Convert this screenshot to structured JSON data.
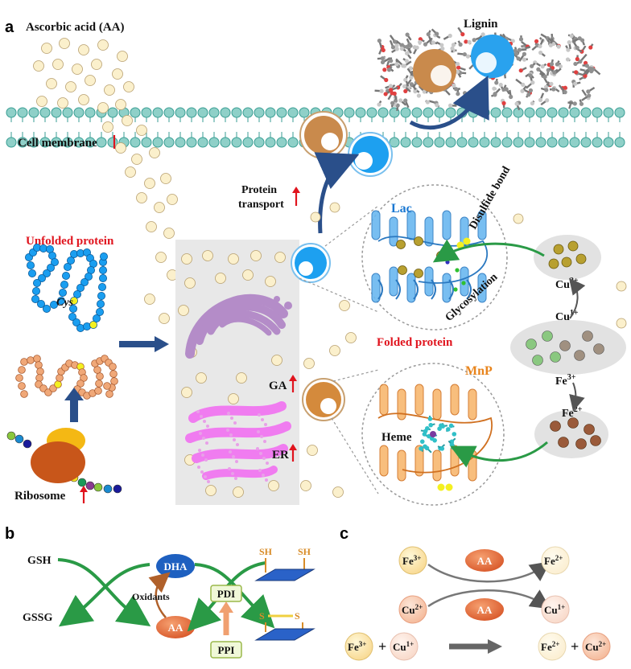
{
  "panels": {
    "a": "a",
    "b": "b",
    "c": "c"
  },
  "panel_a": {
    "ascorbic_acid": "Ascorbic acid (AA)",
    "lignin": "Lignin",
    "cell_membrane": "Cell membrane",
    "protein_transport_1": "Protein",
    "protein_transport_2": "transport",
    "unfolded_protein": "Unfolded protein",
    "cys": "Cys",
    "ribosome": "Ribosome",
    "ga": "GA",
    "er": "ER",
    "lac": "Lac",
    "disulfide_bond": "Disulfide bond",
    "glycosylation": "Glycosylation",
    "folded_protein": "Folded protein",
    "mnp": "MnP",
    "heme": "Heme",
    "cu2": "Cu",
    "cu2_sup": "2+",
    "cu1": "Cu",
    "cu1_sup": "1+",
    "fe3": "Fe",
    "fe3_sup": "3+",
    "fe2": "Fe",
    "fe2_sup": "2+"
  },
  "panel_b": {
    "gsh": "GSH",
    "gssg": "GSSG",
    "dha": "DHA",
    "aa": "AA",
    "oxidants": "Oxidants",
    "pdi": "PDI",
    "ppi": "PPI",
    "sh1": "SH",
    "sh2": "SH",
    "s1": "S",
    "s2": "S"
  },
  "panel_c": {
    "fe3": "Fe",
    "fe3_sup": "3+",
    "fe2": "Fe",
    "fe2_sup": "2+",
    "cu2": "Cu",
    "cu2_sup": "2+",
    "cu1": "Cu",
    "cu1_sup": "1+",
    "aa1": "AA",
    "aa2": "AA",
    "plus1": "+",
    "plus2": "+",
    "fe3b": "Fe",
    "fe3b_sup": "3+",
    "cu1b": "Cu",
    "cu1b_sup": "1+",
    "fe2b": "Fe",
    "fe2b_sup": "2+",
    "cu2b": "Cu",
    "cu2b_sup": "2+"
  },
  "colors": {
    "membrane": "#8fd0c8",
    "membrane_stroke": "#3a9e94",
    "aa_dot": "#fbf0cc",
    "lac_blue": "#1a9ef0",
    "mnp_orange": "#d18a3a",
    "golgi": "#b48cc8",
    "er": "#f07cf0",
    "arrow_blue": "#2a4f8a",
    "arrow_green": "#2a9a46",
    "red": "#e0141e"
  }
}
